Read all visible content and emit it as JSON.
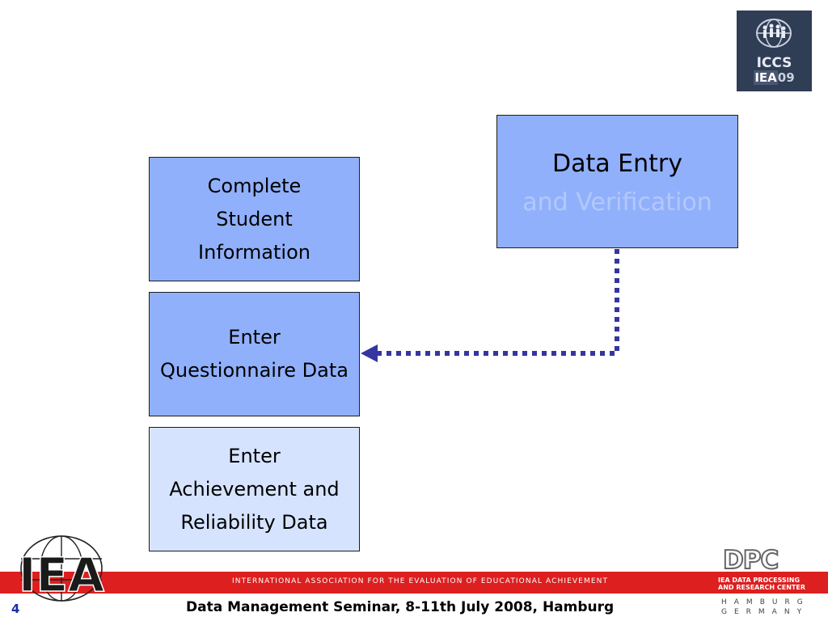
{
  "boxes": {
    "student": {
      "lines": [
        "Complete",
        "Student",
        "Information"
      ]
    },
    "questionnaire": {
      "lines": [
        "Enter",
        "Questionnaire Data"
      ]
    },
    "achievement": {
      "lines": [
        "Enter",
        "Achievement and",
        "Reliability Data"
      ]
    },
    "data_entry": {
      "line1": "Data Entry",
      "line2": "and Verification"
    }
  },
  "logos": {
    "iccs": {
      "text": "ICCS",
      "iea": "IEA",
      "year": "09"
    },
    "iea_main": {
      "letters": "IEA"
    },
    "dpc": {
      "letters": "DPC",
      "line1": "IEA DATA PROCESSING",
      "line2": "AND RESEARCH CENTER",
      "city": "HAMBURG",
      "country": "GERMANY"
    }
  },
  "footer": {
    "band_text": "INTERNATIONAL ASSOCIATION FOR THE EVALUATION OF EDUCATIONAL ACHIEVEMENT",
    "page_number": "4",
    "title": "Data Management Seminar, 8-11th July 2008, Hamburg"
  },
  "colors": {
    "box_fill": "#91b0fb",
    "box_fill_light": "#d6e3fe",
    "connector": "#3535a0",
    "band": "#dd1f1f",
    "page_number": "#1d2ea6"
  }
}
